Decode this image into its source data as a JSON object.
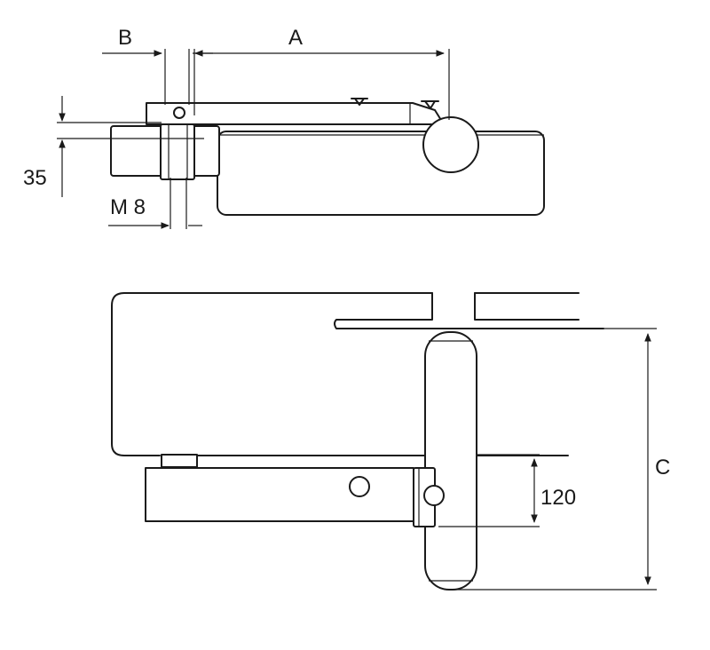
{
  "labels": {
    "a": "A",
    "b": "B",
    "c": "C",
    "dim_35": "35",
    "thread": "M 8",
    "dim_120": "120"
  },
  "colors": {
    "line": "#1a1a1a",
    "background": "#ffffff"
  }
}
